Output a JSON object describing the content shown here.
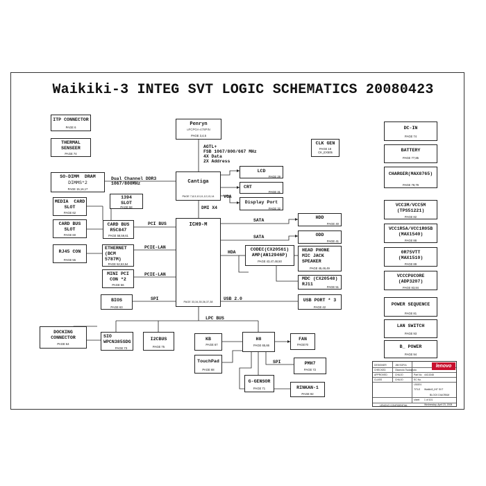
{
  "title": "Waikiki-3 INTEG SVT LOGIC SCHEMATICS 20080423",
  "blocks": {
    "itp": {
      "label": "ITP CONNECTOR",
      "page": "PAGE 6"
    },
    "thermal": {
      "label": "THERMAL\nSENSEER",
      "page": "PAGE 74"
    },
    "penryn": {
      "label": "Penryn",
      "sub": "uFCPGA-478PIN",
      "page": "PAGE 3,4,5"
    },
    "clk": {
      "label": "CLK GEN",
      "page": "PAGE 18",
      "sub": "CK_EX505"
    },
    "sodimm": {
      "label": "SO-DIMM  DRAM",
      "sub": "DIMMS*2",
      "page": "PAGE 15,16,17"
    },
    "cantiga": {
      "label": "Cantiga",
      "page": "PAGE 7,8,9,10,11,12,13,14"
    },
    "lcd": {
      "label": "LCD",
      "page": "PAGE 29"
    },
    "crt": {
      "label": "CRT",
      "page": "PAGE 31"
    },
    "dp": {
      "label": "Display Port",
      "page": "PAGE 32"
    },
    "media": {
      "label": "MEDIA  CARD\nSLOT",
      "page": "PAGE 62"
    },
    "s1394": {
      "label": "1394\nSLOT",
      "page": "PAGE 58"
    },
    "cardslot": {
      "label": "CARD BUS\nSLOT",
      "page": "PAGE 60"
    },
    "cardbus": {
      "label": "CARD BUS\nR5C847",
      "page": "PAGE 58,59,61"
    },
    "ich9": {
      "label": "ICH9-M",
      "page": "PAGE 33,34,35,36,37,38"
    },
    "hdd": {
      "label": "HDD",
      "page": "PAGE 40"
    },
    "odd": {
      "label": "ODD",
      "page": "PAGE 41"
    },
    "rj45": {
      "label": "RJ45 CON",
      "page": "PAGE 55"
    },
    "ethernet": {
      "label": "ETHERNET\n(BCM\n5787M)",
      "page": "PAGE 52,53,54"
    },
    "codec": {
      "label": "CODEC(CX20561)\nAMP(AN12946P)",
      "page": "PAGE 43,47,48,50"
    },
    "headphone": {
      "label": "HEAD PHONE\nMIC JACK\nSPEAKER",
      "page": "PAGE 45,46,49"
    },
    "mdc": {
      "label": "MDC (CX20548)\nRJ11",
      "page": "PAGE 51"
    },
    "minipci": {
      "label": "MINI PCI\nCON *2",
      "page": "PAGE 56"
    },
    "bios": {
      "label": "BIOS",
      "page": "PAGE 63"
    },
    "usb": {
      "label": "USB PORT * 3",
      "page": "PAGE 42"
    },
    "docking": {
      "label": "DOCKING\nCONNECTOR",
      "page": "PAGE 64"
    },
    "sio": {
      "label": "SIO\nWPCN385SDG",
      "page": "PAGE 73"
    },
    "i2cbus": {
      "label": "I2CBUS",
      "page": "PAGE 75"
    },
    "kb": {
      "label": "KB",
      "page": "PAGE 67"
    },
    "h8": {
      "label": "H8",
      "page": "PAGE 65,66"
    },
    "fan": {
      "label": "FAN",
      "page": "PAGE70"
    },
    "touchpad": {
      "label": "TouchPad",
      "page": "PAGE 68"
    },
    "pmh7": {
      "label": "PMH7",
      "page": "PAGE 72"
    },
    "gsensor": {
      "label": "G-GENSOR",
      "page": "PAGE 71"
    },
    "rinkan": {
      "label": "RINKAN-1",
      "page": "PAGE 92"
    },
    "dcin": {
      "label": "DC-IN",
      "page": "PAGE 74"
    },
    "battery": {
      "label": "BATTERY",
      "page": "PAGE 77,85"
    },
    "charger": {
      "label": "CHARGER(MAX8765)",
      "page": "PAGE 78,79"
    },
    "vcc3m": {
      "label": "VCC3M/VCC5M\n(TPS51221)",
      "page": "PAGE 82"
    },
    "vcc1r5": {
      "label": "VCC1R5A/VCC1R05B\n(MAX1540)",
      "page": "PAGE 88"
    },
    "vtt": {
      "label": "0R75VTT\n(MAX1510)",
      "page": "PAGE 89"
    },
    "vcccpu": {
      "label": "VCCCPUCORE\n(ADP3207)",
      "page": "PAGE 83,84"
    },
    "powerseq": {
      "label": "POWER SEQUENCE",
      "page": "PAGE 81"
    },
    "lanswitch": {
      "label": "LAN SWITCH",
      "page": "PAGE 93"
    },
    "bpower": {
      "label": "B_ POWER",
      "page": "PAGE 94"
    }
  },
  "buses": {
    "fsb": "AGTL+\nFSB 1067/800/667 MHz\n4X Data\n2X Address",
    "ddr": "Dual Channel DDR3\n1067/800MHz",
    "vga": "VGA",
    "dmi": "DMI X4",
    "pci": "PCI BUS",
    "sata1": "SATA",
    "sata2": "SATA",
    "pcie1": "PCIE-LAN",
    "pcie2": "PCIE-LAN",
    "hda": "HDA",
    "spi1": "SPI",
    "usb": "USB 2.0",
    "lpc": "LPC BUS",
    "spi2": "SPI"
  },
  "titleblock": {
    "designer": "DESIGNER",
    "designer_v": "JIM SOFIA",
    "checked": "CHECKED",
    "checked_v": "Okamoto Tsukamoto",
    "approved": "APPROVED",
    "approved_v": "CHUJO",
    "class": "CLASS",
    "class_v": "CHUJO",
    "partno": "Part No",
    "partno_v": "44C4348",
    "ecno": "EC No.",
    "ecno_v": "L50201",
    "title": "TITLE",
    "title_v": "Waikiki3_INT SVT",
    "block": "BLOCK DIAGRAM",
    "sheet": "sheet",
    "sheet_v": "1   of   101",
    "date": "Wednesday, April 23, 2008",
    "confidential": "LENOVO CONFIDENTIAL",
    "brand": "lenovo",
    "brand_color": "#c8102e"
  }
}
